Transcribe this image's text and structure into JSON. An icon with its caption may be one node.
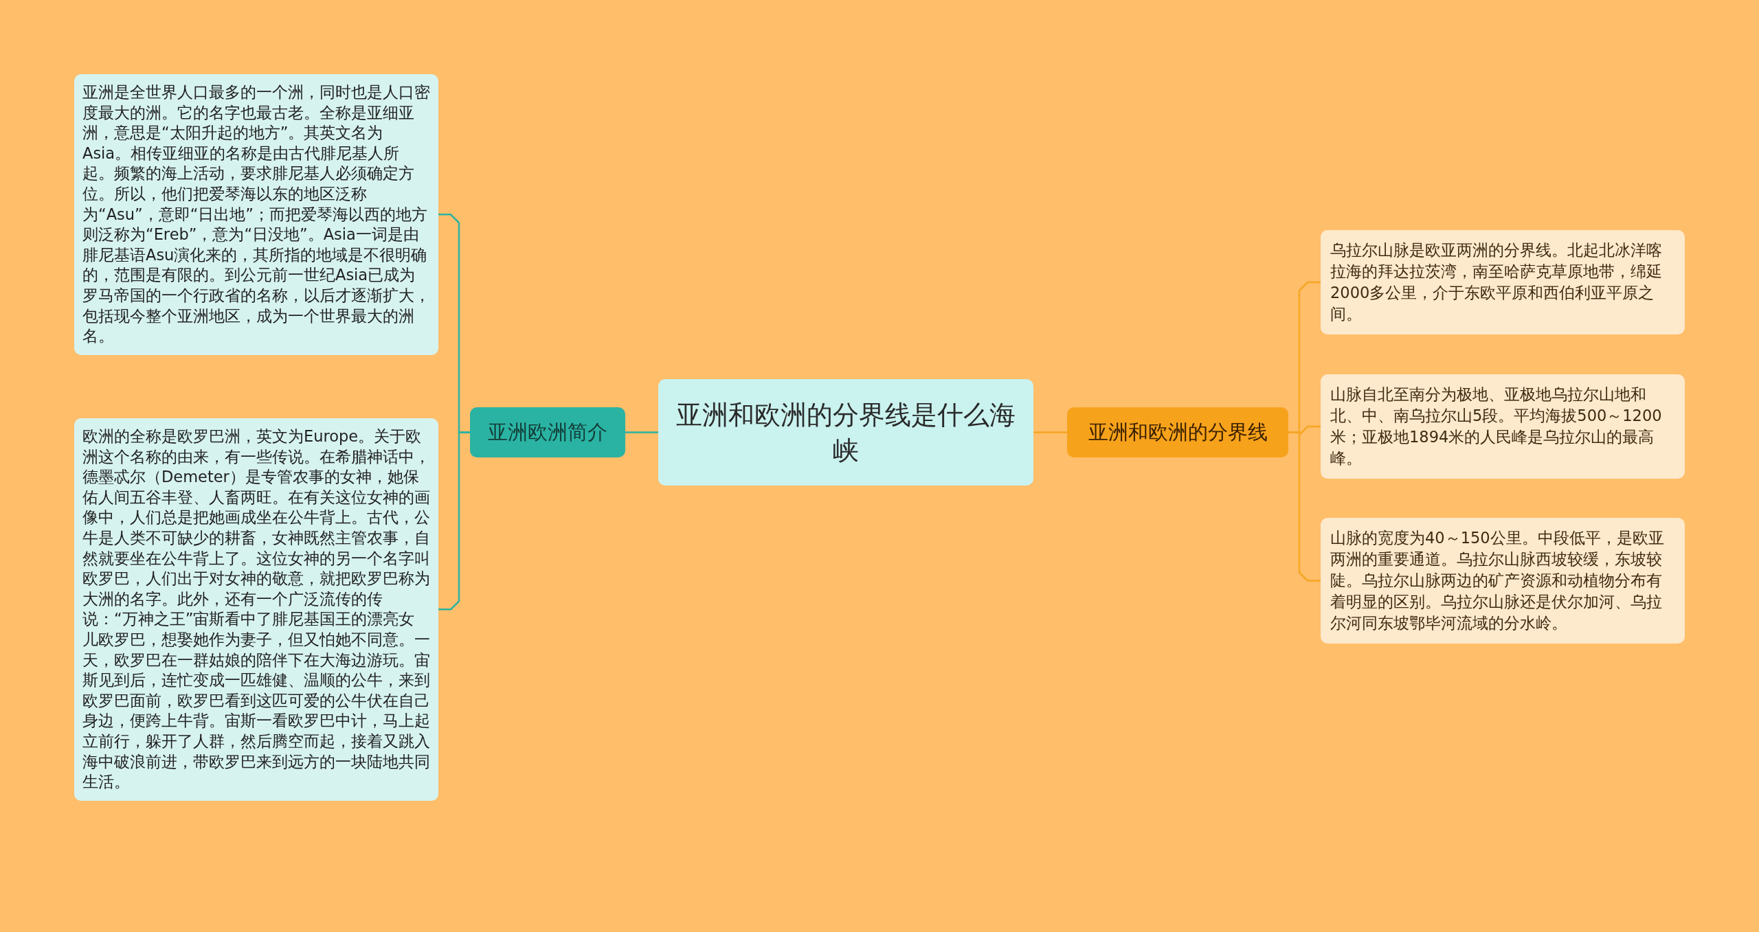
{
  "diagram": {
    "nodes": [
      {
        "text": [
          "亚洲和欧洲的分界线是什么海峡"
        ]
      },
      {
        "text": [
          "亚洲欧洲简介"
        ]
      },
      {
        "text": [
          "亚洲是全世界人口最多的一个洲，同时也是人口密度最大的洲。它的名字也最古老。全称是亚细亚洲，意思是“太阳升起的地方”。其英文名为Asia。相传亚细亚的名称是由古代腓尼基人所起。频繁的海上活动，要求腓尼基人必须确定方位。所以，他们把爱琴海以东的地区泛称为“Asu”，意即“日出地”；而把爱琴海以西的地方则泛称为“Ereb”，意为“日没地”。Asia一词是由腓尼基语Asu演化来的，其所指的地域是不很明确的，范围是有限的。到公元前一世纪Asia已成为罗马帝国的一个行政省的名称，以后才逐渐扩大，包括现今整个亚洲地区，成为一个世界最大的洲名。"
        ]
      },
      {
        "text": [
          "欧洲的全称是欧罗巴洲，英文为Europe。关于欧洲这个名称的由来，有一些传说。在希腊神话中，德墨忒尔（Demeter）是专管农事的女神，她保佑人间五谷丰登、人畜两旺。在有关这位女神的画像中，人们总是把她画成坐在公牛背上。古代，公牛是人类不可缺少的耕畜，女神既然主管农事，自然就要坐在公牛背上了。这位女神的另一个名字叫欧罗巴，人们出于对女神的敬意，就把欧罗巴称为大洲的名字。此外，还有一个广泛流传的传说：“万神之王”宙斯看中了腓尼基国王的漂亮女儿欧罗巴，想娶她作为妻子，但又怕她不同意。一天，欧罗巴在一群姑娘的陪伴下在大海边游玩。宙斯见到后，连忙变成一匹雄健、温顺的公牛，来到欧罗巴面前，欧罗巴看到这匹可爱的公牛伏在自己身边，便跨上牛背。宙斯一看欧罗巴中计，马上起立前行，躲开了人群，然后腾空而起，接着又跳入海中破浪前进，带欧罗巴来到远方的一块陆地共同生活。"
        ]
      },
      {
        "text": [
          "亚洲和欧洲的分界线"
        ]
      },
      {
        "text": [
          "乌拉尔山脉是欧亚两洲的分界线。北起北冰洋喀拉海的拜达拉茨湾，南至哈萨克草原地带，绵延2000多公里，介于东欧平原和西伯利亚平原之间。"
        ]
      },
      {
        "text": [
          "山脉自北至南分为极地、亚极地乌拉尔山地和北、中、南乌拉尔山5段。平均海拔500～1200米；亚极地1894米的人民峰是乌拉尔山的最高峰。"
        ]
      },
      {
        "text": [
          "山脉的宽度为40～150公里。中段低平，是欧亚两洲的重要通道。乌拉尔山脉西坡较缓，东坡较陡。乌拉尔山脉两边的矿产资源和动植物分布有着明显的区别。乌拉尔山脉还是伏尔加河、乌拉尔河同东坡鄂毕河流域的分水岭。"
        ]
      }
    ],
    "edges": [
      {
        "from": 0,
        "to": 1,
        "arrow": "none",
        "color": "#2ab3a3"
      },
      {
        "from": 1,
        "to": 2,
        "arrow": "none",
        "color": "#2ab3a3"
      },
      {
        "from": 1,
        "to": 3,
        "arrow": "none",
        "color": "#2ab3a3"
      },
      {
        "from": 0,
        "to": 4,
        "arrow": "none",
        "color": "#f5a623"
      },
      {
        "from": 4,
        "to": 5,
        "arrow": "none",
        "color": "#f5a623"
      },
      {
        "from": 4,
        "to": 6,
        "arrow": "none",
        "color": "#f5a623"
      },
      {
        "from": 4,
        "to": 7,
        "arrow": "none",
        "color": "#f5a623"
      }
    ]
  }
}
